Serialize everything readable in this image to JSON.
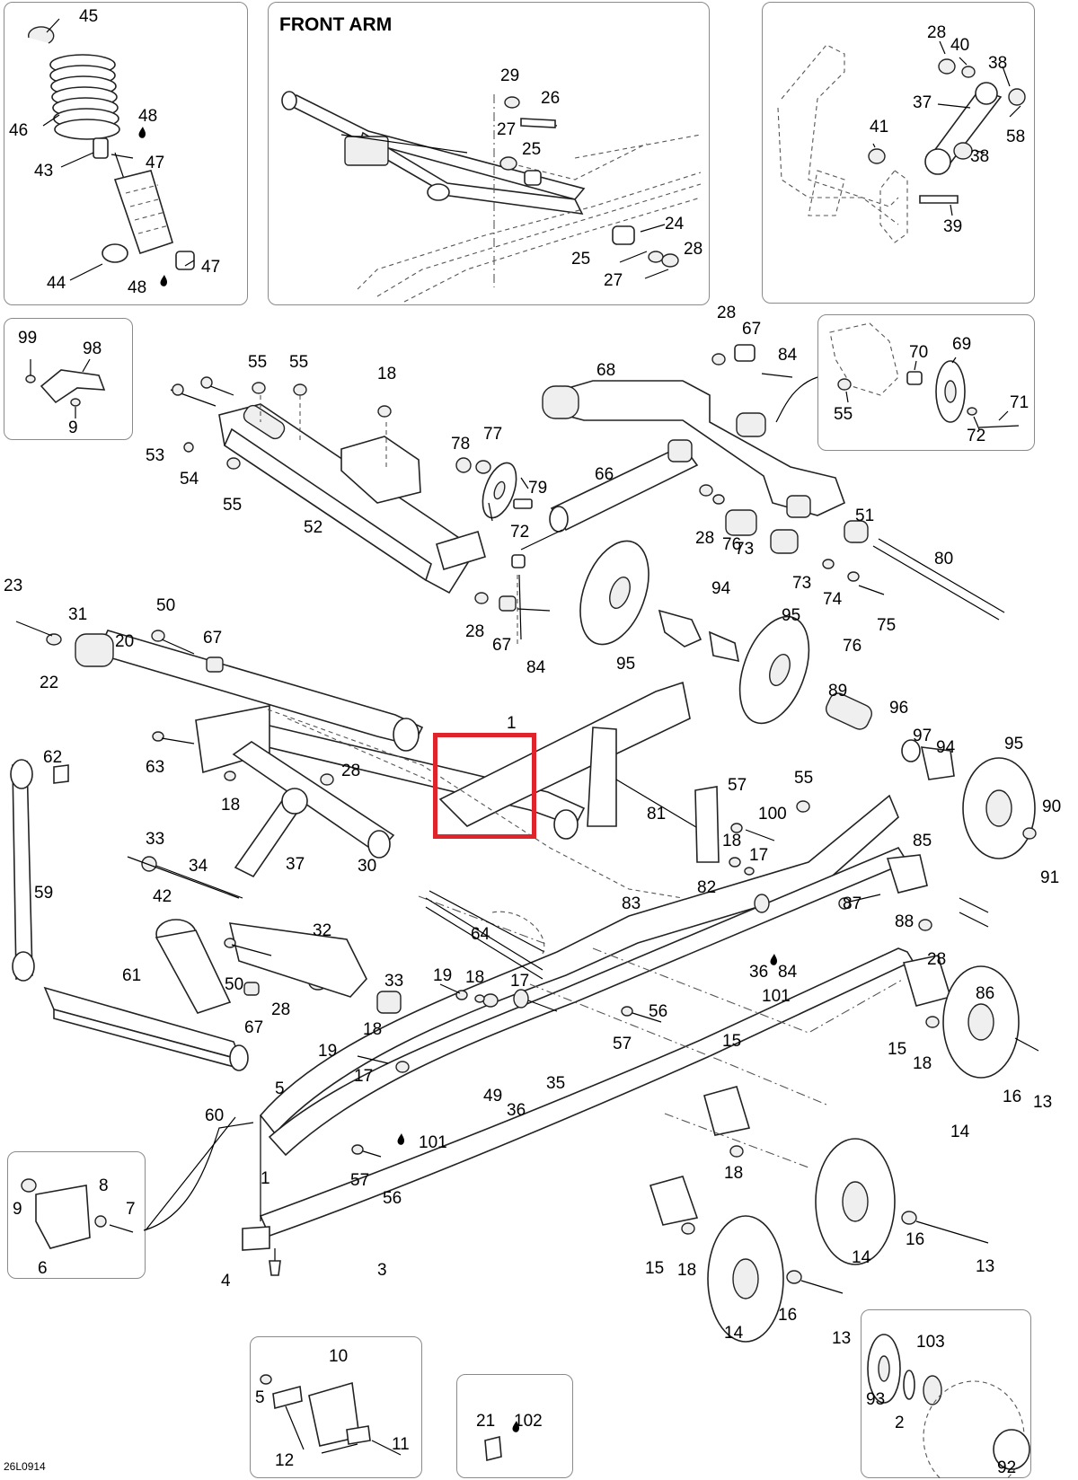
{
  "diagram": {
    "title": "FRONT ARM",
    "reference_code": "26L0914",
    "highlight": {
      "color": "#e0242b",
      "label": "1"
    },
    "labels": [
      {
        "id": "l45",
        "text": "45"
      },
      {
        "id": "l46",
        "text": "46"
      },
      {
        "id": "l48a",
        "text": "48"
      },
      {
        "id": "l43",
        "text": "43"
      },
      {
        "id": "l47a",
        "text": "47"
      },
      {
        "id": "l44",
        "text": "44"
      },
      {
        "id": "l48b",
        "text": "48"
      },
      {
        "id": "l47b",
        "text": "47"
      },
      {
        "id": "l29",
        "text": "29"
      },
      {
        "id": "l26",
        "text": "26"
      },
      {
        "id": "l27a",
        "text": "27"
      },
      {
        "id": "l25a",
        "text": "25"
      },
      {
        "id": "l24",
        "text": "24"
      },
      {
        "id": "l25b",
        "text": "25"
      },
      {
        "id": "l28a",
        "text": "28"
      },
      {
        "id": "l27b",
        "text": "27"
      },
      {
        "id": "l28b",
        "text": "28"
      },
      {
        "id": "l40",
        "text": "40"
      },
      {
        "id": "l38a",
        "text": "38"
      },
      {
        "id": "l37a",
        "text": "37"
      },
      {
        "id": "l58",
        "text": "58"
      },
      {
        "id": "l41",
        "text": "41"
      },
      {
        "id": "l38b",
        "text": "38"
      },
      {
        "id": "l39",
        "text": "39"
      },
      {
        "id": "l99",
        "text": "99"
      },
      {
        "id": "l98",
        "text": "98"
      },
      {
        "id": "l9a",
        "text": "9"
      },
      {
        "id": "l28c",
        "text": "28"
      },
      {
        "id": "l67a",
        "text": "67"
      },
      {
        "id": "l84a",
        "text": "84"
      },
      {
        "id": "l68",
        "text": "68"
      },
      {
        "id": "l70",
        "text": "70"
      },
      {
        "id": "l69",
        "text": "69"
      },
      {
        "id": "l55a",
        "text": "55"
      },
      {
        "id": "l71",
        "text": "71"
      },
      {
        "id": "l72a",
        "text": "72"
      },
      {
        "id": "l55b",
        "text": "55"
      },
      {
        "id": "l55c",
        "text": "55"
      },
      {
        "id": "l18a",
        "text": "18"
      },
      {
        "id": "l53",
        "text": "53"
      },
      {
        "id": "l54",
        "text": "54"
      },
      {
        "id": "l55d",
        "text": "55"
      },
      {
        "id": "l52",
        "text": "52"
      },
      {
        "id": "l78",
        "text": "78"
      },
      {
        "id": "l77",
        "text": "77"
      },
      {
        "id": "l79",
        "text": "79"
      },
      {
        "id": "l72b",
        "text": "72"
      },
      {
        "id": "l66",
        "text": "66"
      },
      {
        "id": "l51",
        "text": "51"
      },
      {
        "id": "l28d",
        "text": "28"
      },
      {
        "id": "l76a",
        "text": "76"
      },
      {
        "id": "l73a",
        "text": "73"
      },
      {
        "id": "l80",
        "text": "80"
      },
      {
        "id": "l73b",
        "text": "73"
      },
      {
        "id": "l74",
        "text": "74"
      },
      {
        "id": "l75",
        "text": "75"
      },
      {
        "id": "l76b",
        "text": "76"
      },
      {
        "id": "l94a",
        "text": "94"
      },
      {
        "id": "l95a",
        "text": "95"
      },
      {
        "id": "l95b",
        "text": "95"
      },
      {
        "id": "l28e",
        "text": "28"
      },
      {
        "id": "l67b",
        "text": "67"
      },
      {
        "id": "l84b",
        "text": "84"
      },
      {
        "id": "l23",
        "text": "23"
      },
      {
        "id": "l31",
        "text": "31"
      },
      {
        "id": "l50a",
        "text": "50"
      },
      {
        "id": "l20",
        "text": "20"
      },
      {
        "id": "l67c",
        "text": "67"
      },
      {
        "id": "l22",
        "text": "22"
      },
      {
        "id": "l1a",
        "text": "1"
      },
      {
        "id": "l89",
        "text": "89"
      },
      {
        "id": "l96",
        "text": "96"
      },
      {
        "id": "l97",
        "text": "97"
      },
      {
        "id": "l94b",
        "text": "94"
      },
      {
        "id": "l95c",
        "text": "95"
      },
      {
        "id": "l62",
        "text": "62"
      },
      {
        "id": "l63",
        "text": "63"
      },
      {
        "id": "l28f",
        "text": "28"
      },
      {
        "id": "l18b",
        "text": "18"
      },
      {
        "id": "l30",
        "text": "30"
      },
      {
        "id": "l57a",
        "text": "57"
      },
      {
        "id": "l55e",
        "text": "55"
      },
      {
        "id": "l100",
        "text": "100"
      },
      {
        "id": "l90",
        "text": "90"
      },
      {
        "id": "l81",
        "text": "81"
      },
      {
        "id": "l18c",
        "text": "18"
      },
      {
        "id": "l17a",
        "text": "17"
      },
      {
        "id": "l85",
        "text": "85"
      },
      {
        "id": "l91",
        "text": "91"
      },
      {
        "id": "l33a",
        "text": "33"
      },
      {
        "id": "l34",
        "text": "34"
      },
      {
        "id": "l37b",
        "text": "37"
      },
      {
        "id": "l59",
        "text": "59"
      },
      {
        "id": "l42",
        "text": "42"
      },
      {
        "id": "l82",
        "text": "82"
      },
      {
        "id": "l83",
        "text": "83"
      },
      {
        "id": "l87",
        "text": "87"
      },
      {
        "id": "l88",
        "text": "88"
      },
      {
        "id": "l64",
        "text": "64"
      },
      {
        "id": "l32",
        "text": "32"
      },
      {
        "id": "l28g",
        "text": "28"
      },
      {
        "id": "l86",
        "text": "86"
      },
      {
        "id": "l36a",
        "text": "36"
      },
      {
        "id": "l84c",
        "text": "84"
      },
      {
        "id": "l101a",
        "text": "101"
      },
      {
        "id": "l61",
        "text": "61"
      },
      {
        "id": "l50b",
        "text": "50"
      },
      {
        "id": "l33b",
        "text": "33"
      },
      {
        "id": "l19a",
        "text": "19"
      },
      {
        "id": "l18d",
        "text": "18"
      },
      {
        "id": "l17b",
        "text": "17"
      },
      {
        "id": "l28h",
        "text": "28"
      },
      {
        "id": "l56a",
        "text": "56"
      },
      {
        "id": "l67d",
        "text": "67"
      },
      {
        "id": "l18e",
        "text": "18"
      },
      {
        "id": "l57b",
        "text": "57"
      },
      {
        "id": "l19b",
        "text": "19"
      },
      {
        "id": "l17c",
        "text": "17"
      },
      {
        "id": "l15a",
        "text": "15"
      },
      {
        "id": "l18f",
        "text": "18"
      },
      {
        "id": "l35",
        "text": "35"
      },
      {
        "id": "l5a",
        "text": "5"
      },
      {
        "id": "l49",
        "text": "49"
      },
      {
        "id": "l36b",
        "text": "36"
      },
      {
        "id": "l15b",
        "text": "15"
      },
      {
        "id": "l16a",
        "text": "16"
      },
      {
        "id": "l13a",
        "text": "13"
      },
      {
        "id": "l60",
        "text": "60"
      },
      {
        "id": "l14a",
        "text": "14"
      },
      {
        "id": "l101b",
        "text": "101"
      },
      {
        "id": "l18g",
        "text": "18"
      },
      {
        "id": "l1b",
        "text": "1"
      },
      {
        "id": "l57c",
        "text": "57"
      },
      {
        "id": "l56b",
        "text": "56"
      },
      {
        "id": "l8",
        "text": "8"
      },
      {
        "id": "l9b",
        "text": "9"
      },
      {
        "id": "l7",
        "text": "7"
      },
      {
        "id": "l6",
        "text": "6"
      },
      {
        "id": "l16b",
        "text": "16"
      },
      {
        "id": "l14b",
        "text": "14"
      },
      {
        "id": "l13b",
        "text": "13"
      },
      {
        "id": "l3",
        "text": "3"
      },
      {
        "id": "l15c",
        "text": "15"
      },
      {
        "id": "l18h",
        "text": "18"
      },
      {
        "id": "l4",
        "text": "4"
      },
      {
        "id": "l16c",
        "text": "16"
      },
      {
        "id": "l14c",
        "text": "14"
      },
      {
        "id": "l13c",
        "text": "13"
      },
      {
        "id": "l10",
        "text": "10"
      },
      {
        "id": "l103",
        "text": "103"
      },
      {
        "id": "l5b",
        "text": "5"
      },
      {
        "id": "l93",
        "text": "93"
      },
      {
        "id": "l2",
        "text": "2"
      },
      {
        "id": "l21",
        "text": "21"
      },
      {
        "id": "l102",
        "text": "102"
      },
      {
        "id": "l11",
        "text": "11"
      },
      {
        "id": "l12",
        "text": "12"
      },
      {
        "id": "l92",
        "text": "92"
      }
    ]
  }
}
